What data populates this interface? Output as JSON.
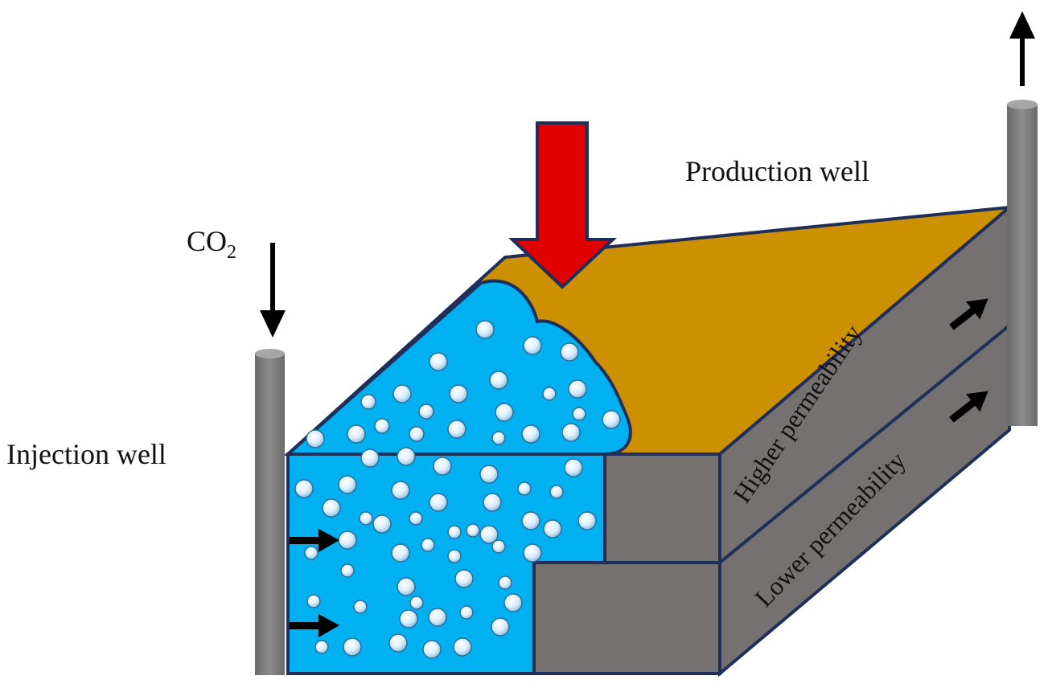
{
  "labels": {
    "production_well": "Production well",
    "injection_well": "Injection well",
    "co2_main": "CO",
    "co2_sub": "2",
    "higher_permeability": "Higher permeability",
    "lower_permeability": "Lower permeability"
  },
  "colors": {
    "top_surface": "#CC9000",
    "side_face": "#767171",
    "co2_region": "#00B0F0",
    "bubble_fill": "#CFE9FA",
    "outline": "#1F2F5A",
    "pressure_arrow": "#E00000",
    "well": "#7F7F7F"
  }
}
